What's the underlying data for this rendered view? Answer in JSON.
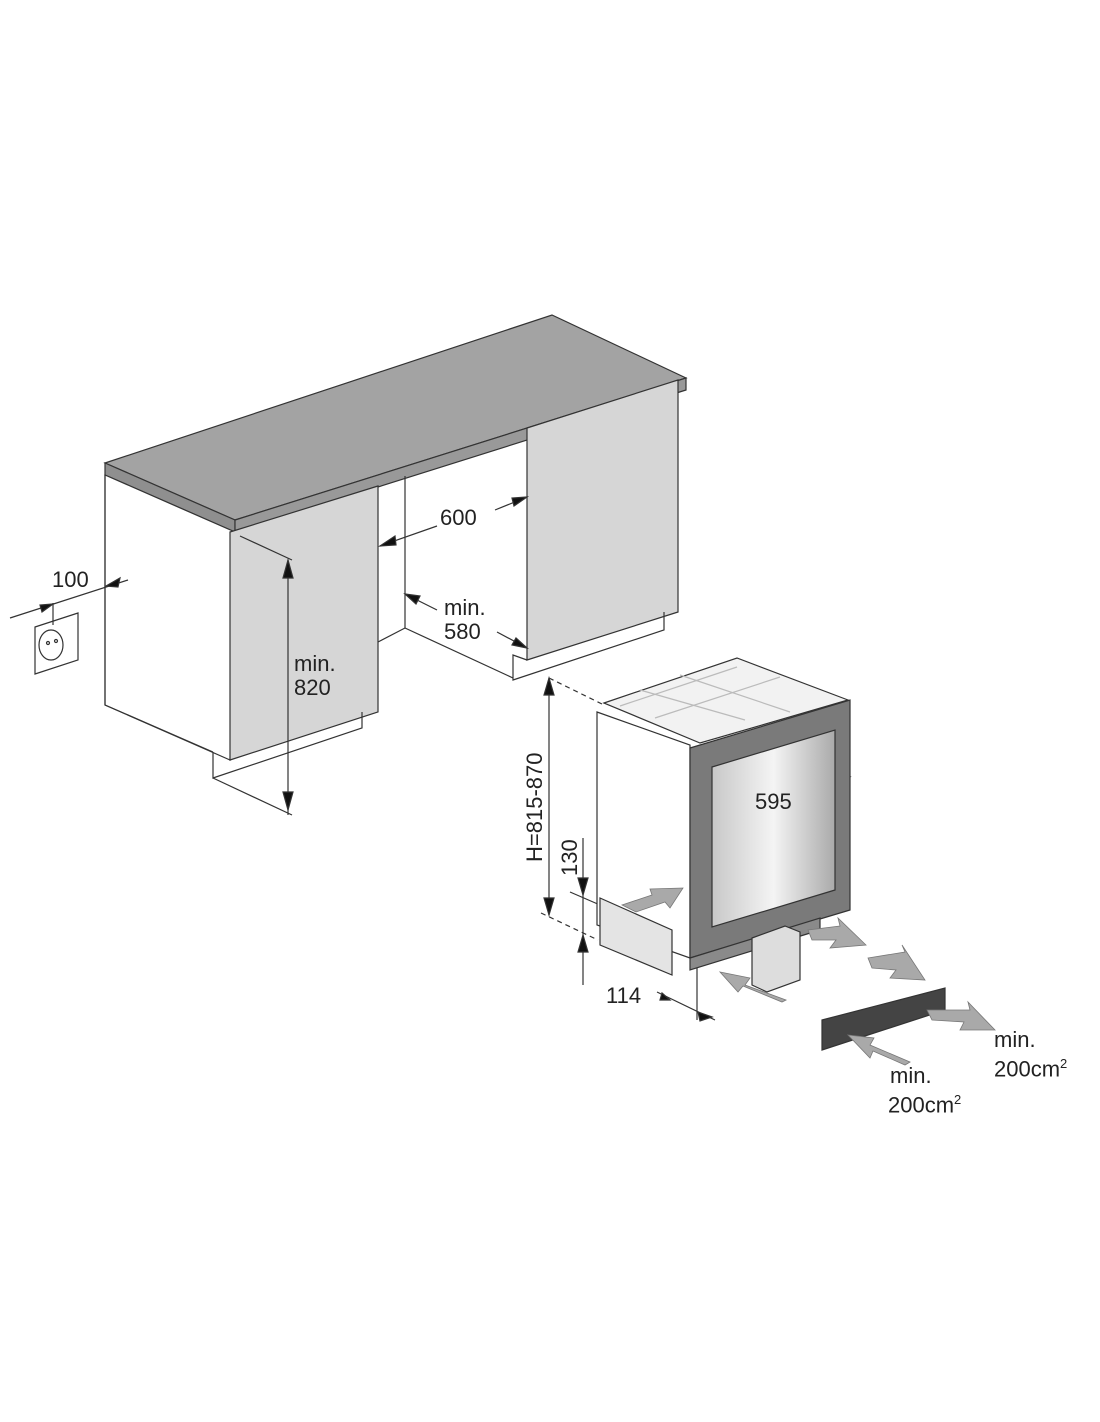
{
  "diagram": {
    "title": "Built-in installation dimensions",
    "labels": {
      "socket_distance": "100",
      "niche_width": "600",
      "niche_depth_min": "min.",
      "niche_depth": "580",
      "niche_height_min": "min.",
      "niche_height": "820",
      "appliance_height": "H=815-870",
      "plinth_height": "130",
      "plinth_depth": "114",
      "appliance_width": "595",
      "vent_in_min": "min.",
      "vent_in_area": "200cm",
      "vent_out_min": "min.",
      "vent_out_area": "200cm",
      "area_exponent": "2"
    },
    "colors": {
      "panel": "#d6d6d6",
      "countertop": "#a3a3a3",
      "door": "#7a7a7a",
      "arrow": "#a9a9a9",
      "line": "#333333"
    }
  }
}
